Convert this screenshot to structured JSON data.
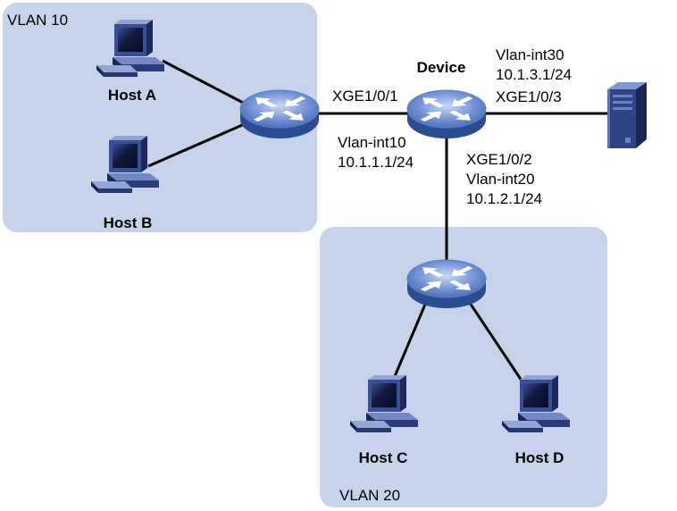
{
  "diagram": {
    "vlans": [
      {
        "label": "VLAN 10"
      },
      {
        "label": "VLAN 20"
      }
    ],
    "hosts": [
      {
        "label": "Host A",
        "icon": "pc-icon"
      },
      {
        "label": "Host B",
        "icon": "pc-icon"
      },
      {
        "label": "Host C",
        "icon": "pc-icon"
      },
      {
        "label": "Host D",
        "icon": "pc-icon"
      }
    ],
    "device": {
      "label": "Device",
      "icon": "switch-icon",
      "interfaces": [
        {
          "port": "XGE1/0/1",
          "vlan_interface": "Vlan-int10",
          "ip": "10.1.1.1/24"
        },
        {
          "port": "XGE1/0/2",
          "vlan_interface": "Vlan-int20",
          "ip": "10.1.2.1/24"
        },
        {
          "port": "XGE1/0/3",
          "vlan_interface": "Vlan-int30",
          "ip": "10.1.3.1/24"
        }
      ]
    },
    "access_switches": [
      {
        "icon": "switch-icon"
      },
      {
        "icon": "switch-icon"
      }
    ],
    "server": {
      "icon": "server-icon"
    },
    "colors": {
      "vlan_region": "#c6d3eb",
      "link": "#000000"
    }
  }
}
